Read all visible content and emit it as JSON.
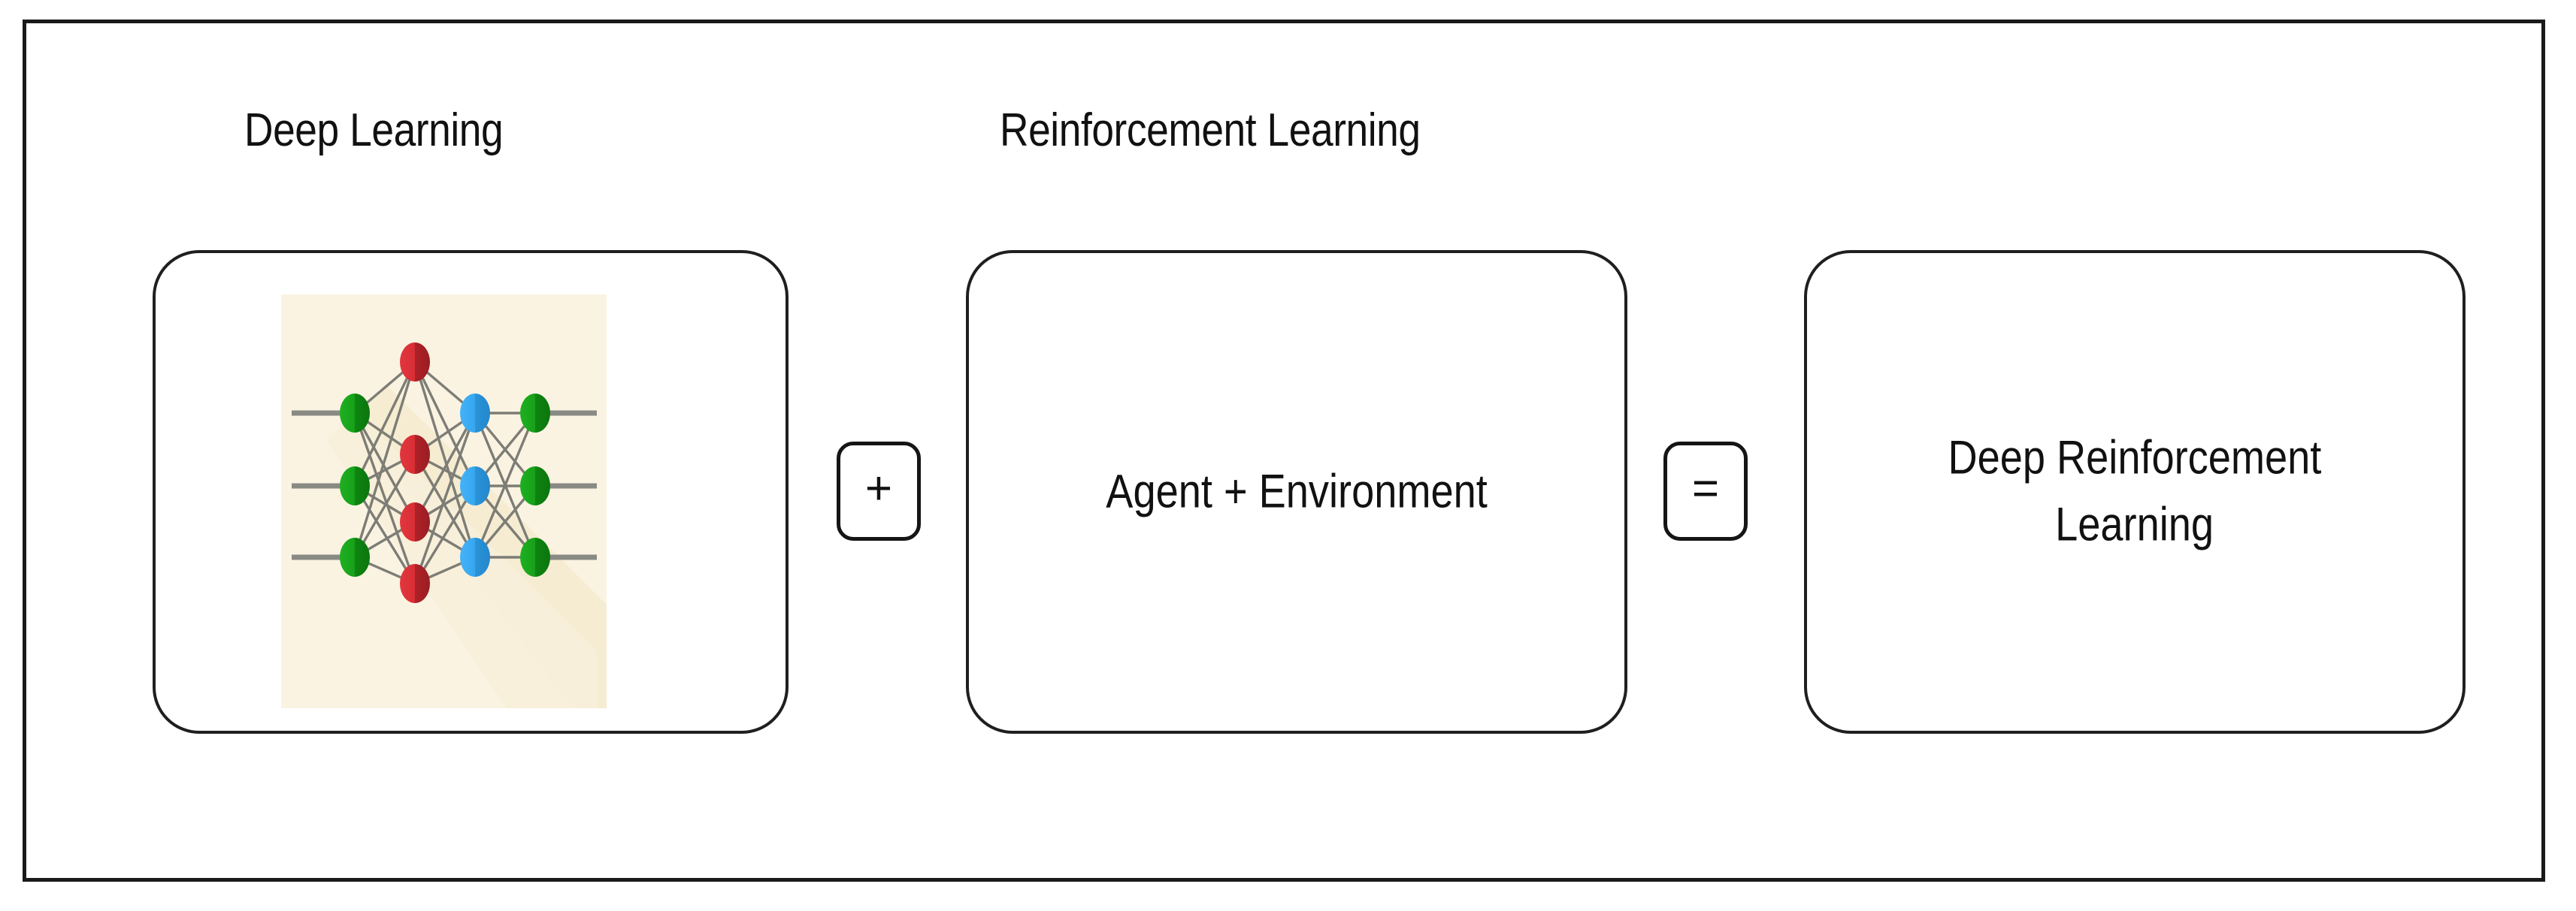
{
  "diagram": {
    "title_equation": "Deep Learning + Reinforcement Learning = Deep Reinforcement Learning",
    "captions": {
      "deep_learning": "Deep Learning",
      "reinforcement_learning": "Reinforcement Learning"
    },
    "cards": [
      {
        "id": "deep-learning",
        "kind": "image",
        "caption": "Deep Learning",
        "image_name": "neural-network-illustration"
      },
      {
        "id": "reinforcement-learning",
        "kind": "text",
        "caption": "Reinforcement Learning",
        "text": "Agent + Environment"
      },
      {
        "id": "deep-reinforcement-learning",
        "kind": "text",
        "caption": "",
        "text_line1": "Deep Reinforcement",
        "text_line2": "Learning"
      }
    ],
    "operators": {
      "plus": "+",
      "equals": "=",
      "plus_icon_name": "plus-icon",
      "equals_icon_name": "equals-icon"
    },
    "neural_network": {
      "alt": "Feed-forward neural network icon",
      "layers": [
        {
          "name": "input",
          "count": 3,
          "color": "#16a018"
        },
        {
          "name": "hidden1",
          "count": 4,
          "color": "#d82d34"
        },
        {
          "name": "hidden2",
          "count": 3,
          "color": "#35a7ef"
        },
        {
          "name": "output",
          "count": 3,
          "color": "#16a018"
        }
      ],
      "panel_background": "#fbf3e2",
      "shadow_color": "#f4ead0",
      "edge_color": "#7d7d76",
      "lead_color": "#8a8a84"
    },
    "colors": {
      "frame_border": "#1a1a1a",
      "card_border": "#1f1f1f",
      "text": "#111111",
      "page_background": "#ffffff",
      "green_node": "#16a018",
      "green_node_dark": "#0c7f10",
      "red_node": "#d82d34",
      "red_node_dark": "#a8232a",
      "blue_node": "#35a7ef",
      "blue_node_dark": "#2a91d6",
      "cream_panel": "#fbf3e2"
    }
  }
}
